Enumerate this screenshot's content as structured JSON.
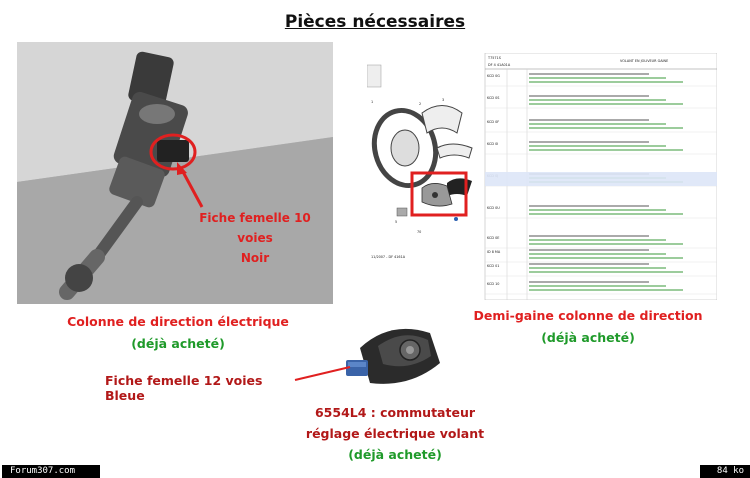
{
  "title": "Pièces nécessaires",
  "fiche10": {
    "line1": "Fiche femelle 10 voies",
    "line2": "Noir"
  },
  "colonne": {
    "label": "Colonne de direction électrique",
    "status": "(déjà acheté)"
  },
  "demi_gaine": {
    "label": "Demi-gaine colonne de direction",
    "status": "(déjà acheté)"
  },
  "fiche12": {
    "label": "Fiche femelle 12 voies Bleue"
  },
  "commutateur": {
    "line1": "6554L4 : commutateur",
    "line2": "réglage électrique volant",
    "status": "(déjà acheté)"
  },
  "diagram": {
    "header_left_1": "T7571S",
    "header_left_2": "DF 4 41A01A",
    "header_title": "VOLANT EN JOLIVEUR GAINE",
    "ref_left": "11/2007 - DF 4161A",
    "rows": [
      "KCD 0G",
      "KCD 0S",
      "KCD 0F",
      "KCD 0I",
      "KCD 0J",
      "KCD 0U",
      "KCD 0E",
      "ID 8 MA",
      "KCD 01",
      "KCD 10"
    ]
  },
  "footer": {
    "left": "Forum307.com",
    "right": "84 ko"
  },
  "colors": {
    "red": "#e02020",
    "green": "#1f9a2a",
    "arrow": "#e02020"
  }
}
